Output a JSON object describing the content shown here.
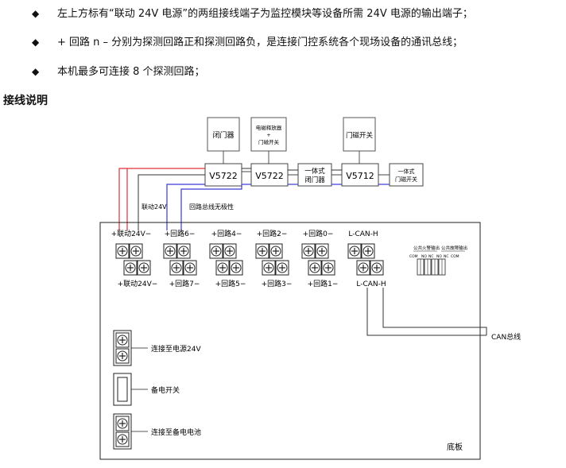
{
  "bullets": [
    "左上方标有“联动 24V 电源”的两组接线端子为监控模块等设备所需 24V 电源的输出端子；",
    "+ 回路 n  –  分别为探测回路正和探测回路负，是连接门控系统各个现场设备的通讯总线；",
    "本机最多可连接 8 个探测回路；"
  ],
  "bullet_marker": "◆",
  "heading": "接线说明",
  "diagram": {
    "devices": {
      "door_closer": "闭门器",
      "em_lock_line1": "电磁释放器",
      "em_lock_line2": "+",
      "em_lock_line3": "门磁开关",
      "door_switch": "门磁开关",
      "v5722_a": "V5722",
      "v5722_b": "V5722",
      "integrated_closer_line1": "一体式",
      "integrated_closer_line2": "闭门器",
      "v5712": "V5712",
      "integrated_switch_line1": "一体式",
      "integrated_switch_line2": "门磁开关"
    },
    "wire_labels": {
      "linkage24v": "联动24V",
      "loop_bus": "回路总线无极性",
      "can_bus": "CAN总线"
    },
    "terminal_labels_top": [
      "+联动24V−",
      "+回路6−",
      "+回路4−",
      "+回路2−",
      "+回路0−",
      "L-CAN-H"
    ],
    "terminal_labels_bottom": [
      "+联动24V−",
      "+回路7−",
      "+回路5−",
      "+回路3−",
      "+回路1−",
      "L-CAN-H"
    ],
    "output_labels": {
      "fire_output": "公共火警输出",
      "fault_output": "公共故障输出",
      "pins": [
        "COM",
        "NO",
        "NC",
        "NO",
        "NC",
        "COM"
      ]
    },
    "bottom_labels": {
      "power": "连接至电源24V",
      "backup_switch": "备电开关",
      "battery": "连接至备电电池",
      "board": "底板"
    },
    "screw_glyph": "⊕"
  },
  "colors": {
    "red_wire": "#e0303a",
    "blue_wire": "#3a3ad8",
    "black_wire": "#333333"
  }
}
